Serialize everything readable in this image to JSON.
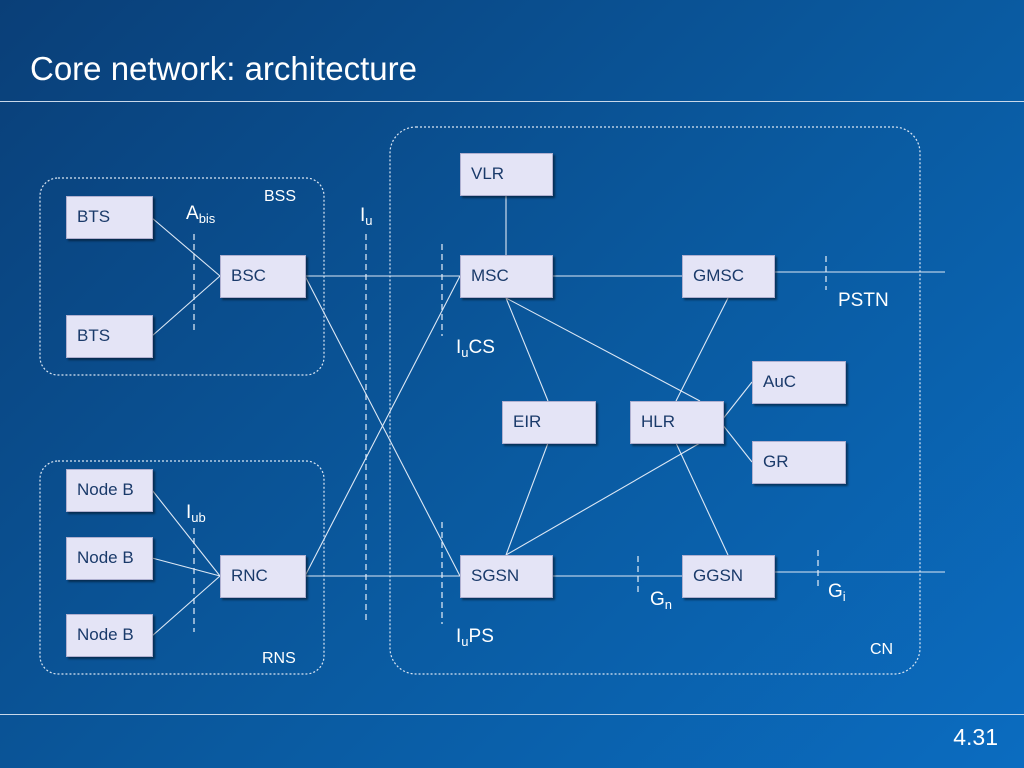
{
  "title": "Core network: architecture",
  "page_number": "4.31",
  "groups": {
    "bss": "BSS",
    "rns": "RNS",
    "cn": "CN"
  },
  "nodes": {
    "bts1": "BTS",
    "bts2": "BTS",
    "bsc": "BSC",
    "nodeb1": "Node B",
    "nodeb2": "Node B",
    "nodeb3": "Node B",
    "rnc": "RNC",
    "vlr": "VLR",
    "msc": "MSC",
    "gmsc": "GMSC",
    "eir": "EIR",
    "hlr": "HLR",
    "auc": "AuC",
    "gr": "GR",
    "sgsn": "SGSN",
    "ggsn": "GGSN"
  },
  "interfaces": {
    "abis": {
      "main": "A",
      "sub": "bis"
    },
    "iub": {
      "main": "I",
      "sub": "ub"
    },
    "iu": {
      "main": "I",
      "sub": "u"
    },
    "iucs": {
      "main": "I",
      "sub": "u",
      "suffix": "CS"
    },
    "iups": {
      "main": "I",
      "sub": "u",
      "suffix": "PS"
    },
    "gn": {
      "main": "G",
      "sub": "n"
    },
    "gi": {
      "main": "G",
      "sub": "i"
    }
  },
  "external": {
    "pstn": "PSTN"
  }
}
